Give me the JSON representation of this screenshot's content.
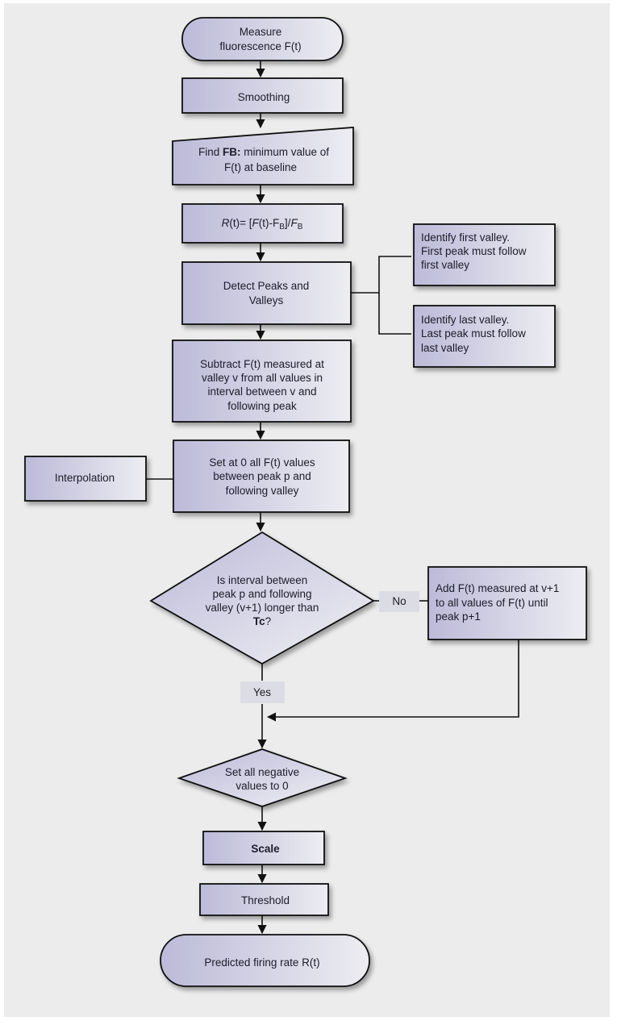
{
  "nodes": {
    "measure": [
      "Measure",
      "fluorescence F(t)"
    ],
    "smoothing": [
      "Smoothing"
    ],
    "find_fb": {
      "line1_a": "Find ",
      "line1_b": "FB:",
      "line1_c": " minimum value of",
      "line2": "F(t) at baseline"
    },
    "ratio": {
      "r": "R",
      "t1": "(t)= [",
      "f": "F",
      "t2": "(t)-F",
      "sub1": "B",
      "t3": "]/",
      "f2": "F",
      "sub2": "B"
    },
    "detect": [
      "Detect Peaks and",
      "Valleys"
    ],
    "first_valley": [
      "Identify first valley.",
      "First peak must follow",
      "first valley"
    ],
    "last_valley": [
      "Identify last valley.",
      "Last peak must follow",
      "last valley"
    ],
    "subtract": [
      "Subtract F(t) measured at",
      "valley v from all values in",
      "interval between v and",
      "following peak"
    ],
    "setzero": [
      "Set at 0 all F(t) values",
      "between peak p and",
      "following valley"
    ],
    "interpolation": [
      "Interpolation"
    ],
    "decision": {
      "lines": [
        "Is interval between",
        "peak p and following",
        "valley (v+1) longer than"
      ],
      "last_bold": "Tc",
      "last_rest": "?"
    },
    "no_label": "No",
    "yes_label": "Yes",
    "add": [
      "Add F(t) measured at v+1",
      "to all values of F(t) until",
      "peak p+1"
    ],
    "negative": [
      "Set all negative",
      "values to 0"
    ],
    "scale": [
      "Scale"
    ],
    "threshold": [
      "Threshold"
    ],
    "predicted": [
      "Predicted firing rate R(t)"
    ]
  },
  "colors": {
    "box_left": "#bcbad8",
    "box_right": "#ededf2",
    "stroke": "#111111",
    "label_bg": "#dcdce4",
    "background": "#ececec"
  }
}
